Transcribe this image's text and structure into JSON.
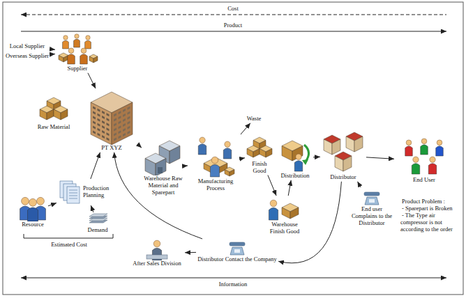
{
  "diagram": {
    "nodes": [
      {
        "text": [
          "Local Supplier"
        ]
      },
      {
        "text": [
          "Overseas Supplier"
        ]
      },
      {
        "text": [
          "Supplier"
        ]
      },
      {
        "text": [
          "Raw Material"
        ]
      },
      {
        "text": [
          "PT XYZ"
        ]
      },
      {
        "text": [
          "Warehouse Raw Material and Sparepart"
        ]
      },
      {
        "text": [
          "Manufacturing Process"
        ]
      },
      {
        "text": [
          "Waste"
        ]
      },
      {
        "text": [
          "Finish Good"
        ]
      },
      {
        "text": [
          "Distribution"
        ]
      },
      {
        "text": [
          "Warehouse Finish Good"
        ]
      },
      {
        "text": [
          "Distributor"
        ]
      },
      {
        "text": [
          "End User"
        ]
      },
      {
        "text": [
          "End user Complains to the Distributor"
        ]
      },
      {
        "text": [
          "Resource"
        ]
      },
      {
        "text": [
          "Production Planning"
        ]
      },
      {
        "text": [
          "Demand"
        ]
      },
      {
        "text": [
          "After Sales Division"
        ]
      },
      {
        "text": [
          "Distributor Contact the Company"
        ]
      }
    ],
    "edges": [
      {
        "from": 0,
        "to": 2,
        "arrow": "to"
      },
      {
        "from": 1,
        "to": 2,
        "arrow": "to"
      },
      {
        "from": 2,
        "to": 4,
        "arrow": "to"
      },
      {
        "from": 4,
        "to": 5,
        "arrow": "to"
      },
      {
        "from": 5,
        "to": 6,
        "arrow": "to"
      },
      {
        "from": 6,
        "to": 7,
        "arrow": "to"
      },
      {
        "from": 6,
        "to": 8,
        "arrow": "to"
      },
      {
        "from": 8,
        "to": 10,
        "arrow": "to"
      },
      {
        "from": 10,
        "to": 9,
        "arrow": "to"
      },
      {
        "from": 9,
        "to": 11,
        "arrow": "to"
      },
      {
        "from": 11,
        "to": 12,
        "arrow": "to"
      },
      {
        "from": 13,
        "to": 11,
        "arrow": "to"
      },
      {
        "from": 11,
        "to": 18,
        "arrow": "to"
      },
      {
        "from": 18,
        "to": 17,
        "arrow": "to"
      },
      {
        "from": 18,
        "to": 4,
        "arrow": "to"
      },
      {
        "from": 14,
        "to": 15,
        "arrow": "to"
      },
      {
        "from": 16,
        "to": 15,
        "arrow": "to"
      },
      {
        "from": 15,
        "to": 4,
        "arrow": "to"
      }
    ],
    "labels": [
      "Cost",
      "Product",
      "Estimated Cost",
      "Product Problem :",
      "- Sparepart is Broken",
      "- The Type air compressor is not according to the order",
      "Information"
    ]
  }
}
